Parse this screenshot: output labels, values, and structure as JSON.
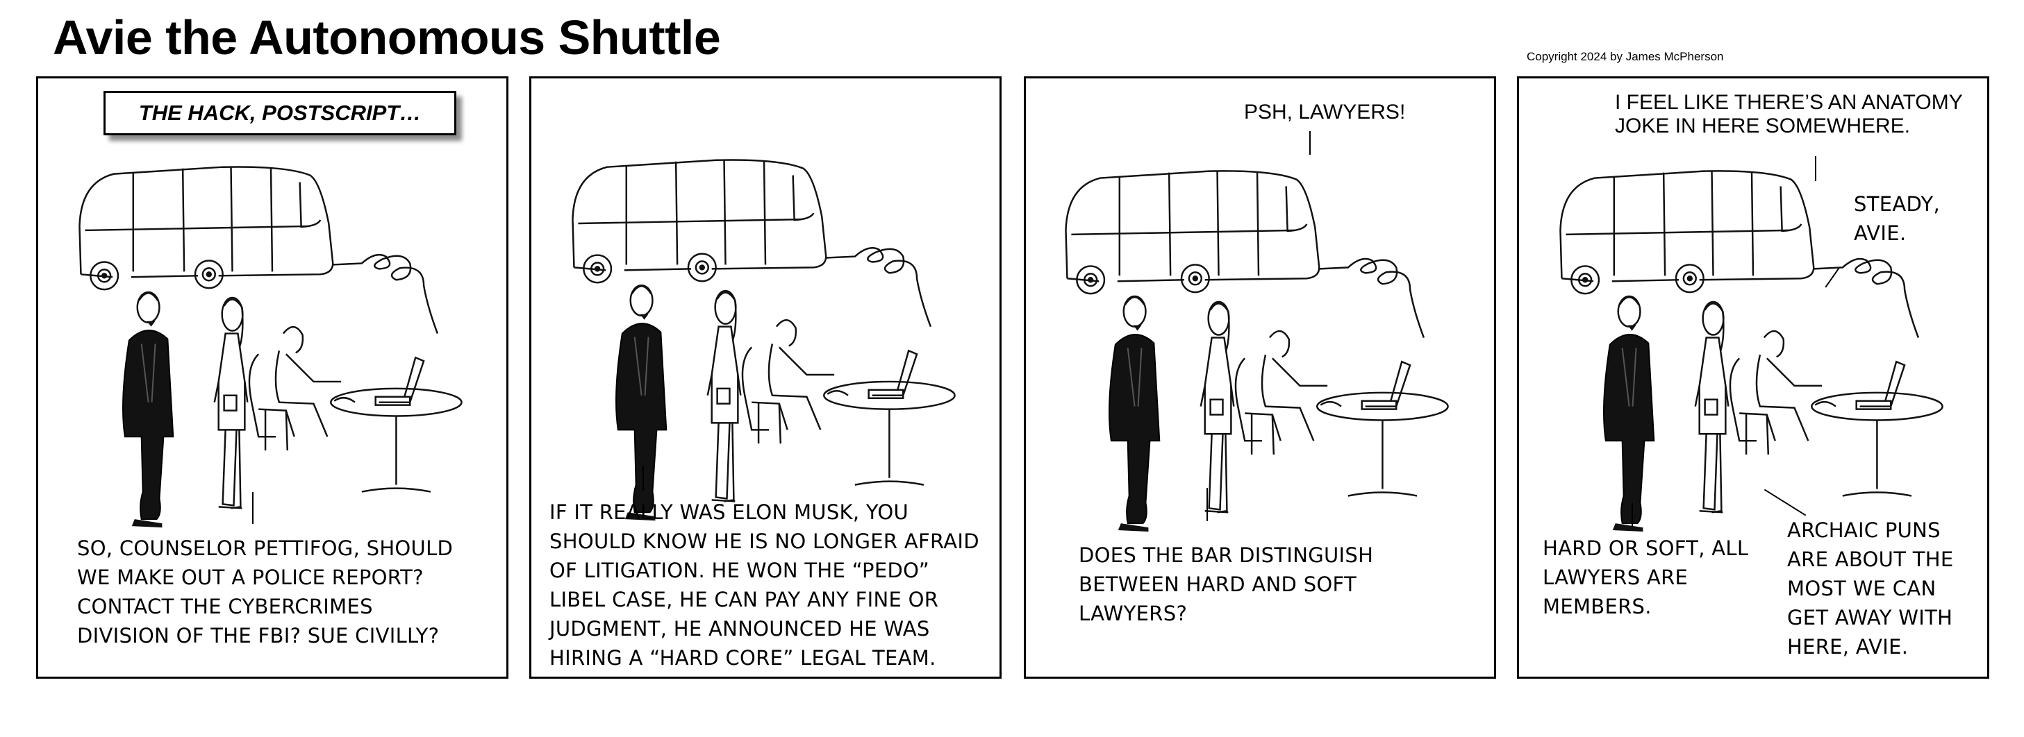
{
  "strip": {
    "title": "Avie the Autonomous Shuttle",
    "copyright": "Copyright 2024 by James McPherson"
  },
  "panels": [
    {
      "caption": "THE HACK, POSTSCRIPT…",
      "dialogue": "SO, COUNSELOR PETTIFOG,  SHOULD\nWE MAKE OUT A POLICE REPORT?\nCONTACT THE CYBERCRIMES\nDIVISION OF THE FBI? SUE CIVILLY?"
    },
    {
      "dialogue": "IF IT REALLY WAS ELON MUSK, YOU\nSHOULD KNOW HE IS NO LONGER AFRAID\nOF LITIGATION. HE WON THE “PEDO”\nLIBEL CASE, HE CAN PAY ANY FINE OR\nJUDGMENT, HE ANNOUNCED HE WAS\nHIRING A “HARD CORE” LEGAL TEAM."
    },
    {
      "shuttle_line": "PSH, LAWYERS!",
      "dialogue": "DOES THE BAR DISTINGUISH\nBETWEEN HARD AND SOFT\nLAWYERS?"
    },
    {
      "shuttle_line": "I FEEL LIKE THERE’S AN ANATOMY\nJOKE IN HERE SOMEWHERE.",
      "hacker_line": "STEADY,\nAVIE.",
      "lawyer_line": "HARD OR SOFT, ALL\nLAWYERS ARE\nMEMBERS.",
      "woman_line": "ARCHAIC PUNS\nARE ABOUT THE\nMOST WE CAN\nGET AWAY WITH\nHERE, AVIE."
    }
  ]
}
